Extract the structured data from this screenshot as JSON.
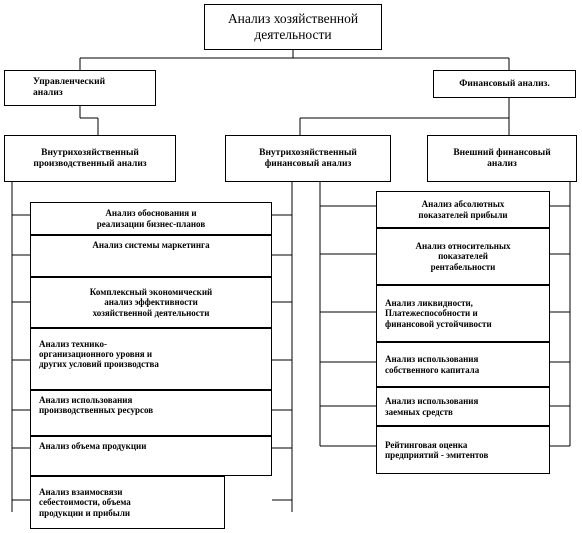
{
  "root": {
    "label": "Анализ  хозяйственной\nдеятельности"
  },
  "branches": [
    {
      "id": "mgmt",
      "label": "Управленческий\nанализ"
    },
    {
      "id": "fin",
      "label": "Финансовый анализ."
    }
  ],
  "subbranches": [
    {
      "id": "internal-production",
      "label": "Внутрихозяйственный\nпроизводственный анализ"
    },
    {
      "id": "internal-financial",
      "label": "Внутрихозяйственный\nфинансовый анализ"
    },
    {
      "id": "external-financial",
      "label": "Внешний финансовый\nанализ"
    }
  ],
  "left_items": [
    "Анализ обоснования и\nреализации бизнес-планов",
    "Анализ системы маркетинга",
    "Комплексный экономический\nанализ эффективности\nхозяйственной деятельности",
    "Анализ технико-\nорганизационного уровня и\nдругих  условий производства",
    "Анализ использования\nпроизводственных  ресурсов",
    "Анализ объема продукции",
    "Анализ взаимосвязи\nсебестоимости, объема\nпродукции и прибыли"
  ],
  "right_items": [
    "Анализ абсолютных\nпоказателей прибыли",
    "Анализ относительных\nпоказателей\nрентабельности",
    "Анализ ликвидности,\nПлатежеспособности и\nфинансовой устойчивости",
    "Анализ использования\nсобственного капитала",
    "Анализ использования\nзаемных средств",
    "Рейтинговая оценка\nпредприятий - эмитентов"
  ]
}
